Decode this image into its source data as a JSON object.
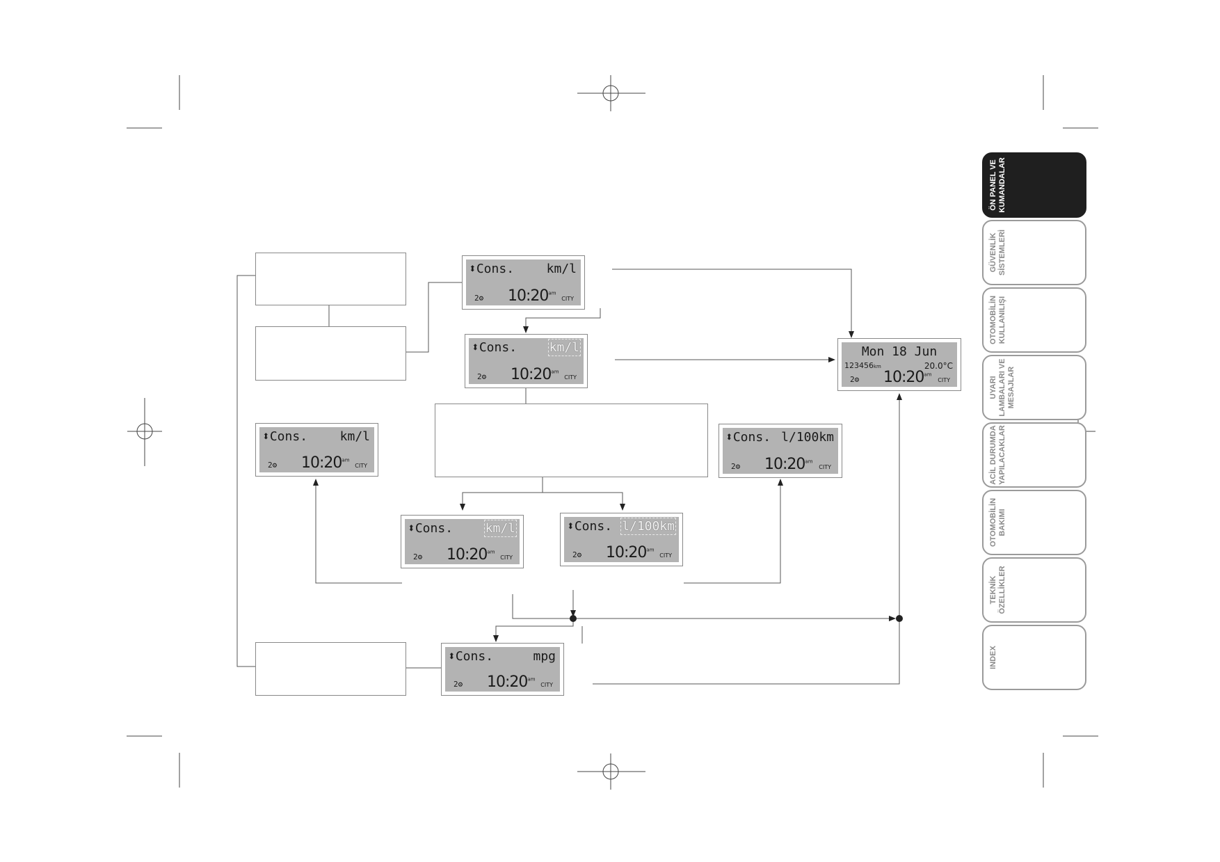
{
  "displays": {
    "d1": {
      "mode_label": "Cons.",
      "unit": "km/l",
      "gear_icon": "2",
      "time": "10:20",
      "ampm": "am",
      "mode": "CITY"
    },
    "d2": {
      "mode_label": "Cons.",
      "unit": "km/l",
      "gear_icon": "2",
      "time": "10:20",
      "ampm": "am",
      "mode": "CITY"
    },
    "d3": {
      "mode_label": "Cons.",
      "unit": "km/l",
      "gear_icon": "2",
      "time": "10:20",
      "ampm": "am",
      "mode": "CITY"
    },
    "d4": {
      "mode_label": "Cons.",
      "unit": "l/100km",
      "gear_icon": "2",
      "time": "10:20",
      "ampm": "am",
      "mode": "CITY"
    },
    "d5": {
      "mode_label": "Cons.",
      "unit": "km/l",
      "gear_icon": "2",
      "time": "10:20",
      "ampm": "am",
      "mode": "CITY"
    },
    "d6": {
      "mode_label": "Cons.",
      "unit": "l/100km",
      "gear_icon": "2",
      "time": "10:20",
      "ampm": "am",
      "mode": "CITY"
    },
    "d7": {
      "mode_label": "Cons.",
      "unit": "mpg",
      "gear_icon": "2",
      "time": "10:20",
      "ampm": "am",
      "mode": "CITY"
    },
    "home": {
      "date": "Mon 18 Jun",
      "odometer": "123456",
      "odometer_unit": "km",
      "temperature": "20.0°C",
      "gear_icon": "2",
      "time": "10:20",
      "ampm": "am",
      "mode": "CITY"
    }
  },
  "side_tabs": [
    {
      "label": "ÖN PANEL VE\nKUMANDALAR",
      "active": true
    },
    {
      "label": "GÜVENLİK\nSİSTEMLERİ",
      "active": false
    },
    {
      "label": "OTOMOBİLİN\nKULLANILIŞI",
      "active": false
    },
    {
      "label": "UYARI\nLAMBALARI VE\nMESAJLAR",
      "active": false
    },
    {
      "label": "ACİL DURUMDA\nYAPILACAKLAR",
      "active": false
    },
    {
      "label": "OTOMOBİLİN\nBAKIMI",
      "active": false
    },
    {
      "label": "TEKNİK\nÖZELLİKLER",
      "active": false
    },
    {
      "label": "INDEX",
      "active": false
    }
  ],
  "colors": {
    "lcd_background": "#b3b3b3",
    "active_tab": "#1f1f1f",
    "line": "#555555"
  }
}
